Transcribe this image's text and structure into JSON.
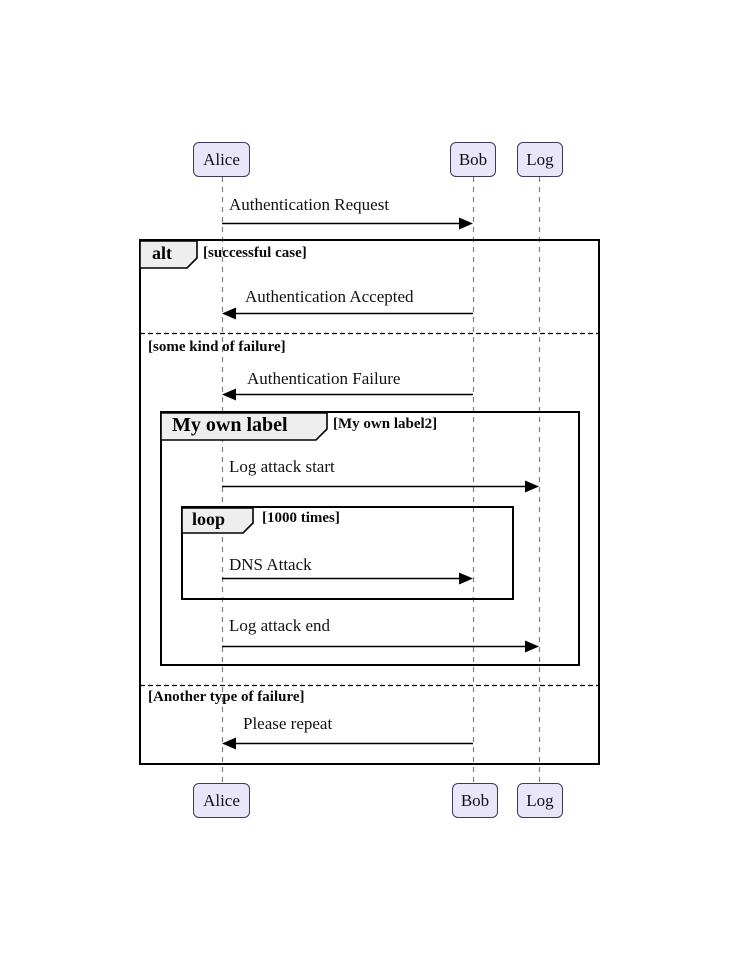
{
  "participants": [
    {
      "name": "Alice"
    },
    {
      "name": "Bob"
    },
    {
      "name": "Log"
    }
  ],
  "messages": [
    {
      "text": "Authentication Request",
      "from": "Alice",
      "to": "Bob"
    },
    {
      "text": "Authentication Accepted",
      "from": "Bob",
      "to": "Alice"
    },
    {
      "text": "Authentication Failure",
      "from": "Bob",
      "to": "Alice"
    },
    {
      "text": "Log attack start",
      "from": "Alice",
      "to": "Log"
    },
    {
      "text": "DNS Attack",
      "from": "Alice",
      "to": "Bob"
    },
    {
      "text": "Log attack end",
      "from": "Alice",
      "to": "Log"
    },
    {
      "text": "Please repeat",
      "from": "Bob",
      "to": "Alice"
    }
  ],
  "alt_frame": {
    "operator": "alt",
    "guards": [
      "[successful case]",
      "[some kind of failure]",
      "[Another type of failure]"
    ]
  },
  "group_frame": {
    "operator": "My own label",
    "guard": "[My own label2]"
  },
  "loop_frame": {
    "operator": "loop",
    "guard": "[1000 times]"
  },
  "colors": {
    "participant_fill": "#e8e6f8",
    "participant_border": "#3a3a5c",
    "frame_border": "#000000",
    "operator_tab_fill": "#eeeeee",
    "lifeline": "#808080",
    "arrow": "#000000",
    "text": "#111111"
  }
}
